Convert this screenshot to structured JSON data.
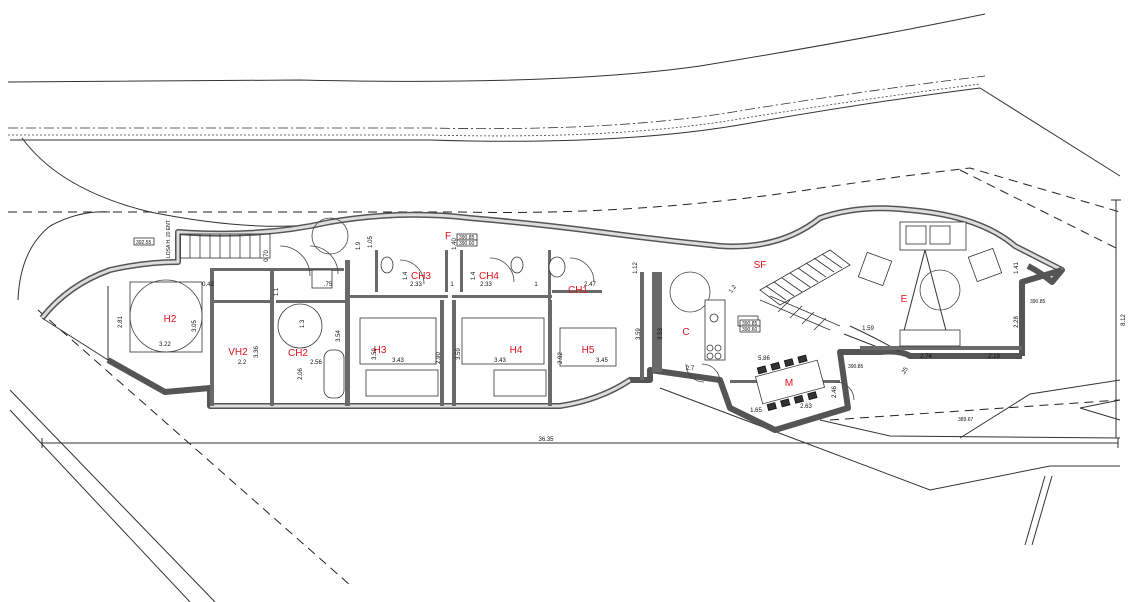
{
  "rooms": {
    "H2": "H2",
    "VH2": "VH2",
    "CH2": "CH2",
    "H3": "H3",
    "H4": "H4",
    "H5": "H5",
    "CH3": "CH3",
    "CH4": "CH4",
    "CH1": "CH1",
    "F": "F",
    "C": "C",
    "SF": "SF",
    "M": "M",
    "E": "E"
  },
  "dimensions": {
    "total_length": "36.35",
    "d_8_12": "8.12",
    "d_3_22": "3.22",
    "d_2_81": "2.81",
    "d_3_05": "3.05",
    "d_0_42": "0.42",
    "d_2_2": "2.2",
    "d_3_36": "3.36",
    "d_2_56": "2.56",
    "d_2_06": "2.06",
    "d_3_54": "3.54",
    "d_1_3": "1.3",
    "d_0_75": ".75",
    "d_3_43a": "3.43",
    "d_3_43b": "3.43",
    "d_3_45": "3.45",
    "d_3_59a": "3.59",
    "d_3_59b": "3.59",
    "d_3_59c": "3.59",
    "d_2_92": "2.92",
    "d_2_90": "2.90",
    "d_2_33a": "2.33",
    "d_2_33b": "2.33",
    "d_2_47": "2.47",
    "d_1_4a": "1.4",
    "d_1_4b": "1.4",
    "d_1a": "1",
    "d_1b": "1",
    "d_1_12": "1.12",
    "d_3_53": "3.53",
    "d_2_7": "2.7",
    "d_5_86": "5.86",
    "d_1_65": "1.65",
    "d_2_63": "2.63",
    "d_2_46": "2.46",
    "d_2_74": "2.74",
    "d_2_19": "2.19",
    "d_2_28": "2.28",
    "d_1_41": "1.41",
    "d_1_59": "1.59",
    "d_1_2": "1.2",
    "d_0_25": ".25",
    "d_1_05": "1.05",
    "d_0_70": "0.70",
    "d_1_40": "1.40",
    "d_1_1": "1.1",
    "d_1_9": "1.9"
  },
  "levels": {
    "lv_left": "392.55",
    "lv_f1": "390.85",
    "lv_f2": "390.60",
    "lv_sf": "390.85",
    "lv_sf2": "390.60",
    "lv_390_85": "390.85",
    "lv_390_85b": "390.85",
    "lv_389_67": "389.67"
  },
  "stair_note": "LOSA H. 20 ENT.",
  "colors": {
    "label": "#e0121b",
    "wall": "#555555",
    "line": "#333333"
  }
}
